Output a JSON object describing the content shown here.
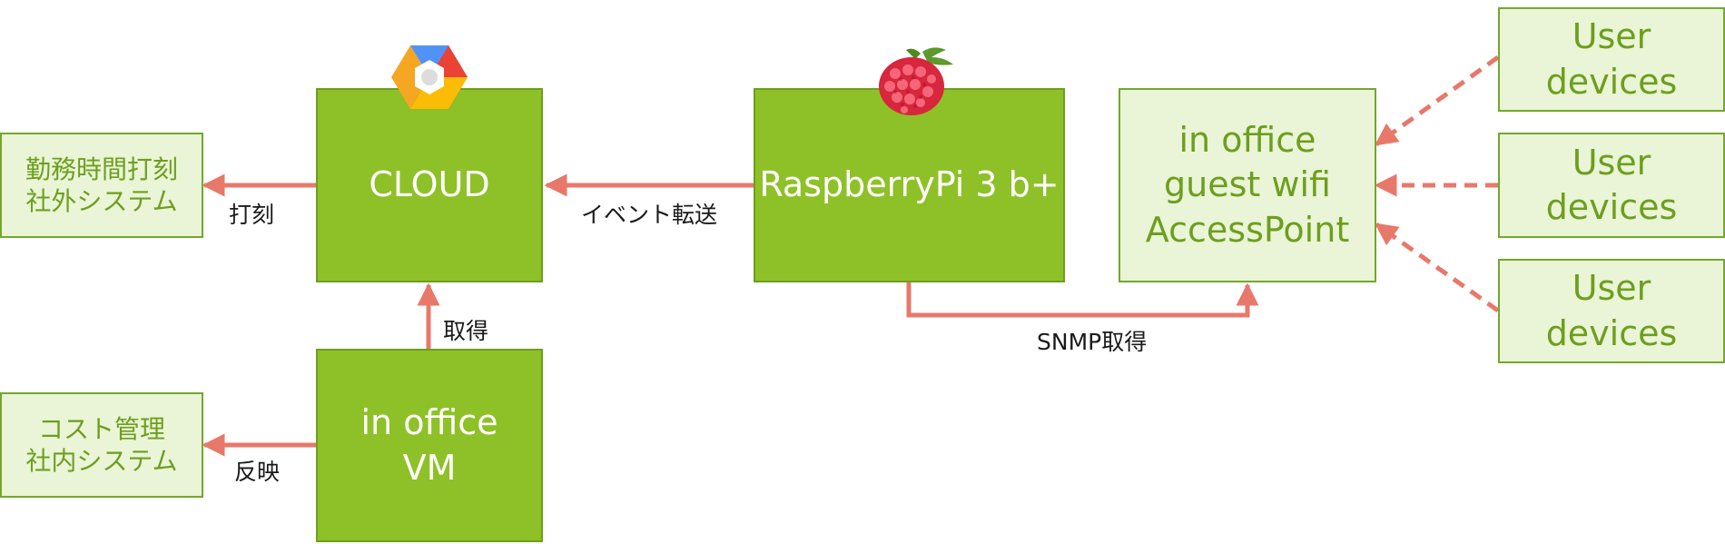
{
  "nodes": {
    "cloud": "CLOUD",
    "raspberry": "RaspberryPi 3 b+",
    "ap": [
      "in office",
      "guest wifi",
      "AccessPoint"
    ],
    "vm": [
      "in office",
      "VM"
    ],
    "attendance": [
      "勤務時間打刻",
      "社外システム"
    ],
    "cost": [
      "コスト管理",
      "社内システム"
    ],
    "user_devices": [
      [
        "User",
        "devices"
      ],
      [
        "User",
        "devices"
      ],
      [
        "User",
        "devices"
      ]
    ]
  },
  "edges": {
    "stamp": "打刻",
    "event_forward": "イベント転送",
    "acquire": "取得",
    "reflect": "反映",
    "snmp": "SNMP取得"
  },
  "colors": {
    "dark_box": "#8ec127",
    "light_box": "#e9f5d6",
    "light_text": "#6e9e1e",
    "arrow": "#e8786a"
  },
  "icons": [
    "google-cloud-icon",
    "raspberry-icon"
  ]
}
